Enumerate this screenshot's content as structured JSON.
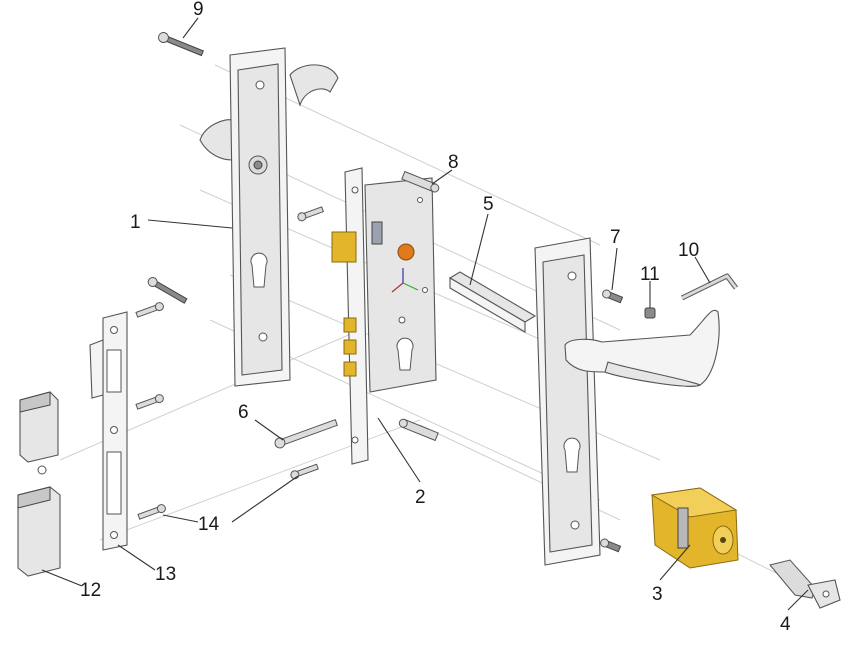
{
  "callouts": [
    {
      "id": "1",
      "label": "1"
    },
    {
      "id": "2",
      "label": "2"
    },
    {
      "id": "3",
      "label": "3"
    },
    {
      "id": "4",
      "label": "4"
    },
    {
      "id": "5",
      "label": "5"
    },
    {
      "id": "6",
      "label": "6"
    },
    {
      "id": "7",
      "label": "7"
    },
    {
      "id": "8",
      "label": "8"
    },
    {
      "id": "9",
      "label": "9"
    },
    {
      "id": "10",
      "label": "10"
    },
    {
      "id": "11",
      "label": "11"
    },
    {
      "id": "12",
      "label": "12"
    },
    {
      "id": "13",
      "label": "13"
    },
    {
      "id": "14",
      "label": "14"
    }
  ],
  "colors": {
    "line": "#333333",
    "metal": "#f4f4f4",
    "brass": "#e3b52a",
    "marker_orange": "#e07a1a"
  }
}
